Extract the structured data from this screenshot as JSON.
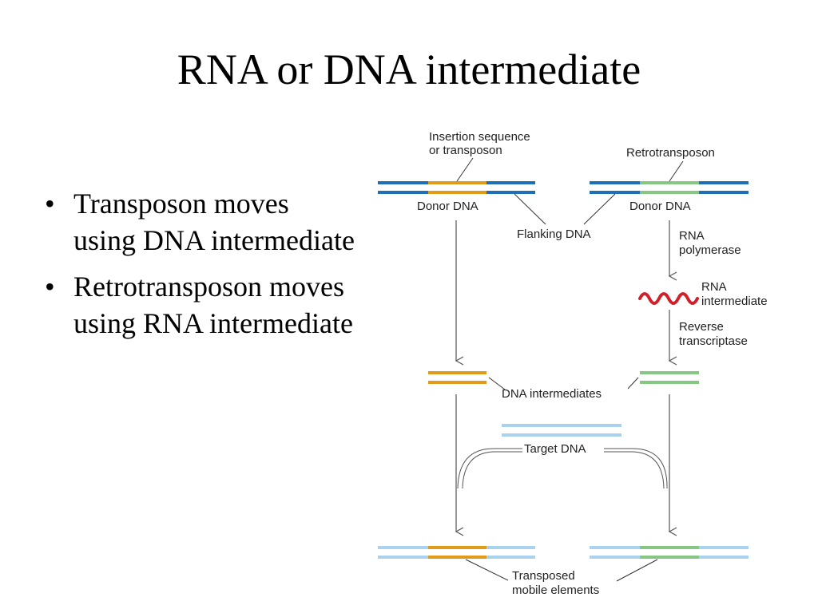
{
  "slide": {
    "title": "RNA or DNA intermediate",
    "bullets": [
      "Transposon moves using DNA intermediate",
      "Retrotransposon moves using RNA intermediate"
    ]
  },
  "diagram": {
    "labels": {
      "insertion_sequence_1": "Insertion sequence",
      "insertion_sequence_2": "or transposon",
      "retrotransposon": "Retrotransposon",
      "donor_dna_left": "Donor DNA",
      "donor_dna_right": "Donor DNA",
      "flanking_dna": "Flanking DNA",
      "rna_polymerase_1": "RNA",
      "rna_polymerase_2": "polymerase",
      "rna_intermediate_1": "RNA",
      "rna_intermediate_2": "intermediate",
      "reverse_transcriptase_1": "Reverse",
      "reverse_transcriptase_2": "transcriptase",
      "dna_intermediates": "DNA intermediates",
      "target_dna": "Target DNA",
      "transposed_1": "Transposed",
      "transposed_2": "mobile elements"
    },
    "colors": {
      "donor_dna": "#1f6fb8",
      "transposon": "#e29a1a",
      "retrotransposon": "#86c784",
      "target_dna": "#a9d2ef",
      "rna": "#d0202a",
      "arrow": "#555555",
      "leader": "#333333"
    }
  }
}
